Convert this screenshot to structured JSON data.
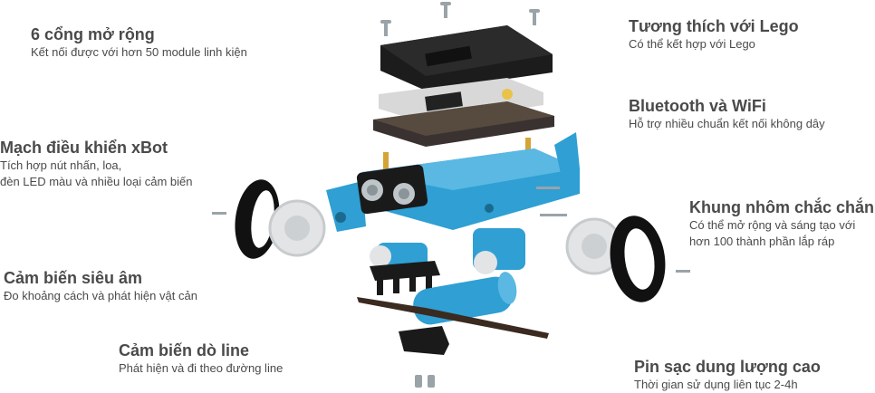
{
  "features": [
    {
      "title": "6 cổng mở rộng",
      "desc": [
        "Kết nối được với hơn 50 module linh kiện"
      ]
    },
    {
      "title": "Mạch điều khiển xBot",
      "desc": [
        "Tích hợp nút nhấn, loa,",
        "đèn LED màu và nhiều loại cảm biến"
      ]
    },
    {
      "title": "Cảm biến siêu âm",
      "desc": [
        "Đo khoảng cách và phát hiện vật cản"
      ]
    },
    {
      "title": "Cảm biến dò line",
      "desc": [
        "Phát hiện và đi theo đường line"
      ]
    },
    {
      "title": "Tương thích với Lego",
      "desc": [
        "Có thể kết hợp với Lego"
      ]
    },
    {
      "title": "Bluetooth và WiFi",
      "desc": [
        "Hỗ trợ nhiều chuẩn kết nối không dây"
      ]
    },
    {
      "title": "Khung nhôm chắc chắn",
      "desc": [
        "Có thể mở rộng và sáng tạo với",
        "hơn 100 thành phần lắp ráp"
      ]
    },
    {
      "title": "Pin sạc dung lượng cao",
      "desc": [
        "Thời gian sử dụng liên tục 2-4h"
      ]
    }
  ],
  "colors": {
    "text": "#4a4a4a",
    "chassis": "#2f9fd4",
    "case": "#1c1c1c",
    "board": "#d8d8d8"
  }
}
